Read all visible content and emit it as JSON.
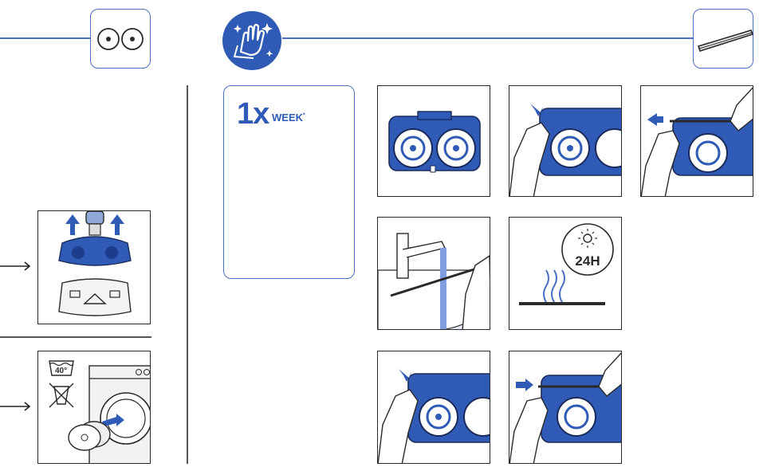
{
  "schedule": {
    "frequency_number": "1x",
    "frequency_unit": "WEEK",
    "frequency_mark": "*"
  },
  "drying": {
    "duration_label": "24H"
  },
  "washing": {
    "temperature_label": "40°"
  },
  "icons": {
    "left_header": "mop-pads-icon",
    "center_header": "cleaning-hand-sparkle-icon",
    "right_header": "squeegee-strip-icon"
  },
  "colors": {
    "accent": "#2f5bb7",
    "line": "#4a6fc4",
    "outline": "#2a2a2a"
  }
}
